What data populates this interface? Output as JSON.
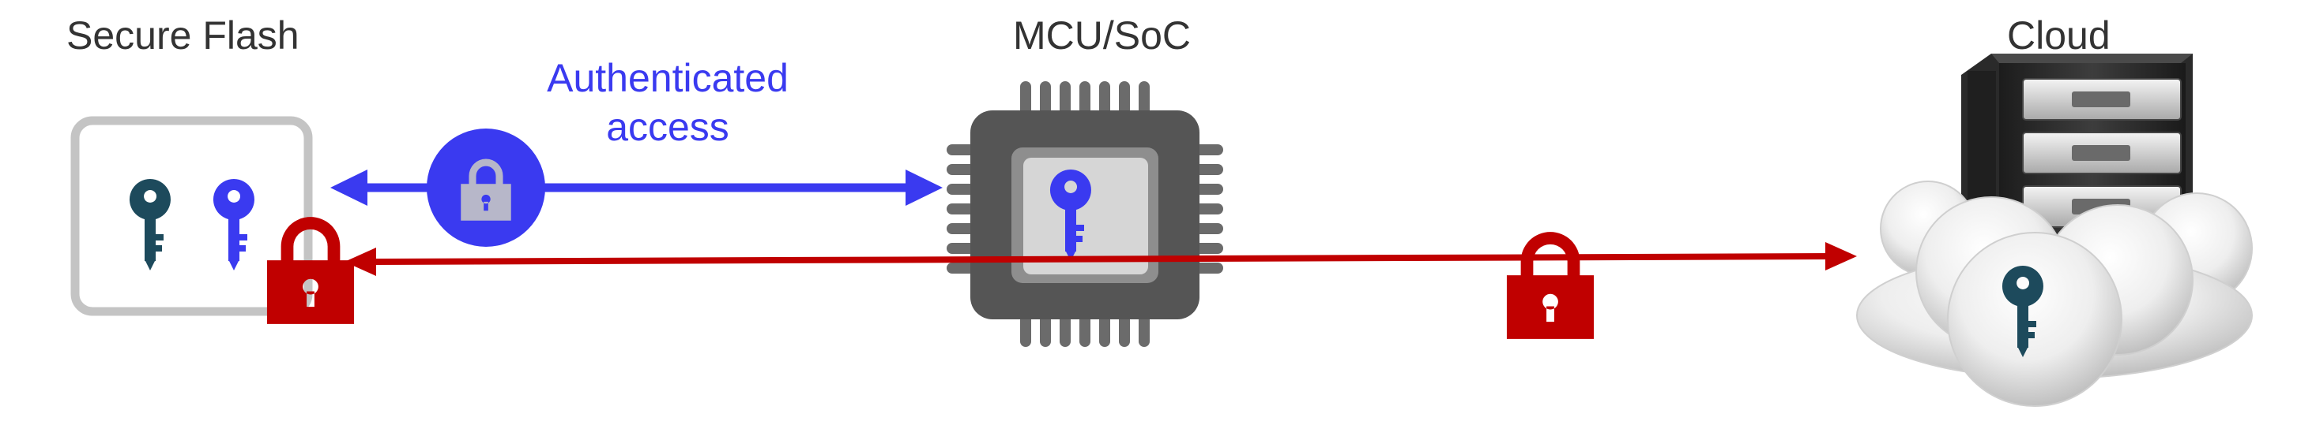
{
  "labels": {
    "secure_flash": "Secure Flash",
    "mcu_soc": "MCU/SoC",
    "cloud": "Cloud",
    "authenticated_line1": "Authenticated",
    "authenticated_line2": "access"
  },
  "colors": {
    "auth_blue": "#3a3af0",
    "secure_red": "#c00000",
    "key_dark": "#1d4a5c",
    "text_gray": "#333333",
    "chip_gray": "#555555"
  },
  "icons": [
    "secure-flash-box",
    "dark-key-icon",
    "blue-key-icon",
    "red-padlock-icon",
    "blue-padlock-icon",
    "mcu-chip-icon",
    "server-icon",
    "cloud-icon"
  ]
}
